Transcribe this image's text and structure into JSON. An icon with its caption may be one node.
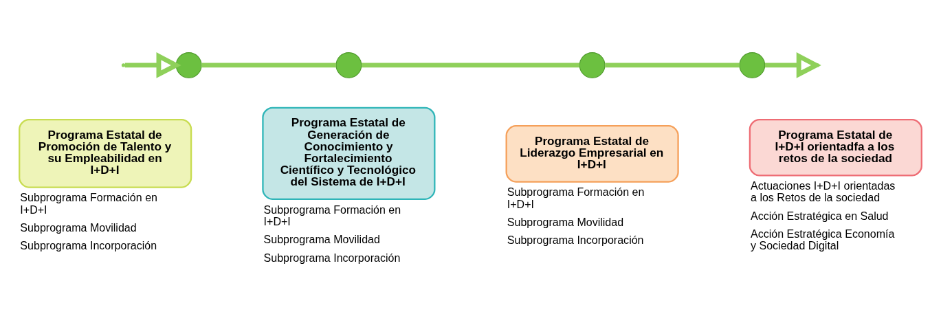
{
  "diagram": {
    "nodes": [
      {
        "text": [],
        "shape": "circle"
      },
      {
        "text": [],
        "shape": "circle"
      },
      {
        "text": [],
        "shape": "circle"
      },
      {
        "text": [],
        "shape": "circle"
      },
      {
        "text": [
          "Programa Estatal de Promoción de Talento y su Empleabilidad en I+D+I"
        ],
        "beside": [
          "Subprograma Formación en I+D+I",
          "Subprograma Movilidad",
          "Subprograma Incorporación"
        ]
      },
      {
        "text": [
          "Programa Estatal de Generación de Conocimiento y Fortalecimiento Científico y Tecnológico del Sistema de I+D+I"
        ],
        "beside": [
          "Subprograma Formación en I+D+I",
          "Subprograma Movilidad",
          "Subprograma Incorporación"
        ]
      },
      {
        "text": [
          "Programa Estatal de Liderazgo Empresarial en I+D+I"
        ],
        "beside": [
          "Subprograma Formación en I+D+I",
          "Subprograma Movilidad",
          "Subprograma Incorporación"
        ]
      },
      {
        "text": [
          "Programa Estatal de I+D+I orientadfa a los retos de la sociedad"
        ],
        "beside": [
          "Actuaciones I+D+I orientadas a los Retos de la sociedad",
          "Acción Estratégica en Salud",
          "Acción Estratégica Economía y Sociedad Digital"
        ]
      }
    ],
    "edges": [
      {
        "from": null,
        "to": 0,
        "arrow": "to"
      },
      {
        "from": 0,
        "to": 1,
        "arrow": "none"
      },
      {
        "from": 1,
        "to": 2,
        "arrow": "none"
      },
      {
        "from": 2,
        "to": 3,
        "arrow": "none"
      },
      {
        "from": 3,
        "to": null,
        "arrow": "to"
      }
    ]
  }
}
